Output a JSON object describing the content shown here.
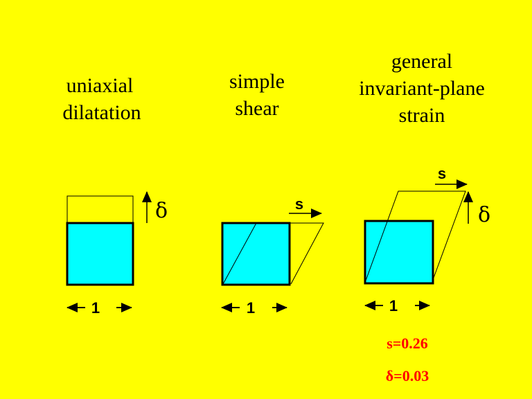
{
  "panels": [
    {
      "title_lines": [
        "uniaxial",
        "dilatation"
      ],
      "width_label": "1",
      "delta_label": "δ"
    },
    {
      "title_lines": [
        "simple",
        "shear"
      ],
      "width_label": "1",
      "shear_label": "s"
    },
    {
      "title_lines": [
        "general",
        "invariant-plane",
        "strain"
      ],
      "width_label": "1",
      "shear_label": "s",
      "delta_label": "δ"
    }
  ],
  "values": {
    "s": "s=0.26",
    "delta": "δ=0.03"
  },
  "colors": {
    "background": "#ffff00",
    "square_fill": "#00ffff",
    "value_text": "#ff0000"
  }
}
